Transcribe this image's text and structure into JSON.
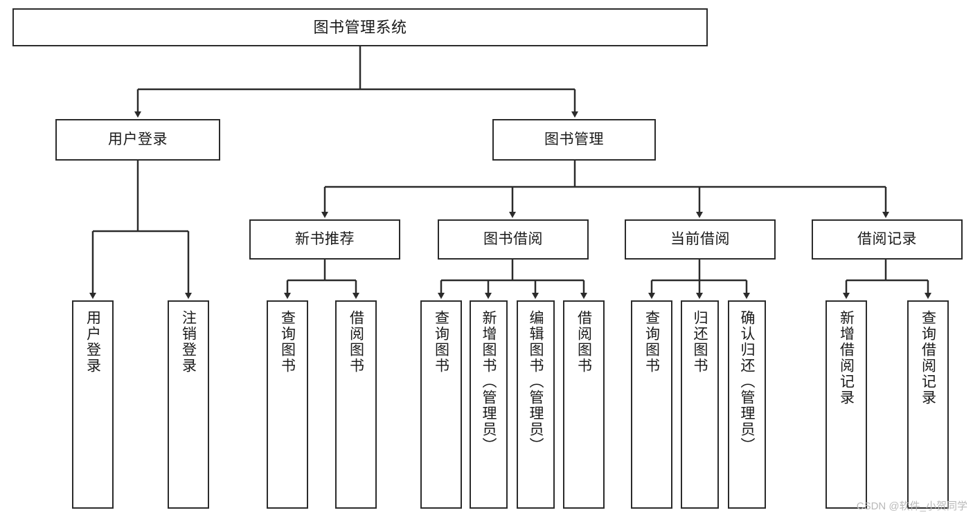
{
  "diagram": {
    "title": "图书管理系统",
    "watermark": "CSDN @软件_小贺同学",
    "colors": {
      "stroke": "#2b2b2b",
      "fill": "#ffffff",
      "text": "#1a1a1a",
      "watermark": "#b9b9b9"
    },
    "nodes": {
      "root": "图书管理系统",
      "tier1": [
        "用户登录",
        "图书管理"
      ],
      "tier2": [
        "新书推荐",
        "图书借阅",
        "当前借阅",
        "借阅记录"
      ],
      "leaves_user_login": [
        "用户登录",
        "注销登录"
      ],
      "leaves_new_book": [
        "查询图书",
        "借阅图书"
      ],
      "leaves_borrow": [
        "查询图书",
        "新增图书（管理员）",
        "编辑图书（管理员）",
        "借阅图书"
      ],
      "leaves_current": [
        "查询图书",
        "归还图书",
        "确认归还（管理员）"
      ],
      "leaves_records": [
        "新增借阅记录",
        "查询借阅记录"
      ]
    }
  }
}
